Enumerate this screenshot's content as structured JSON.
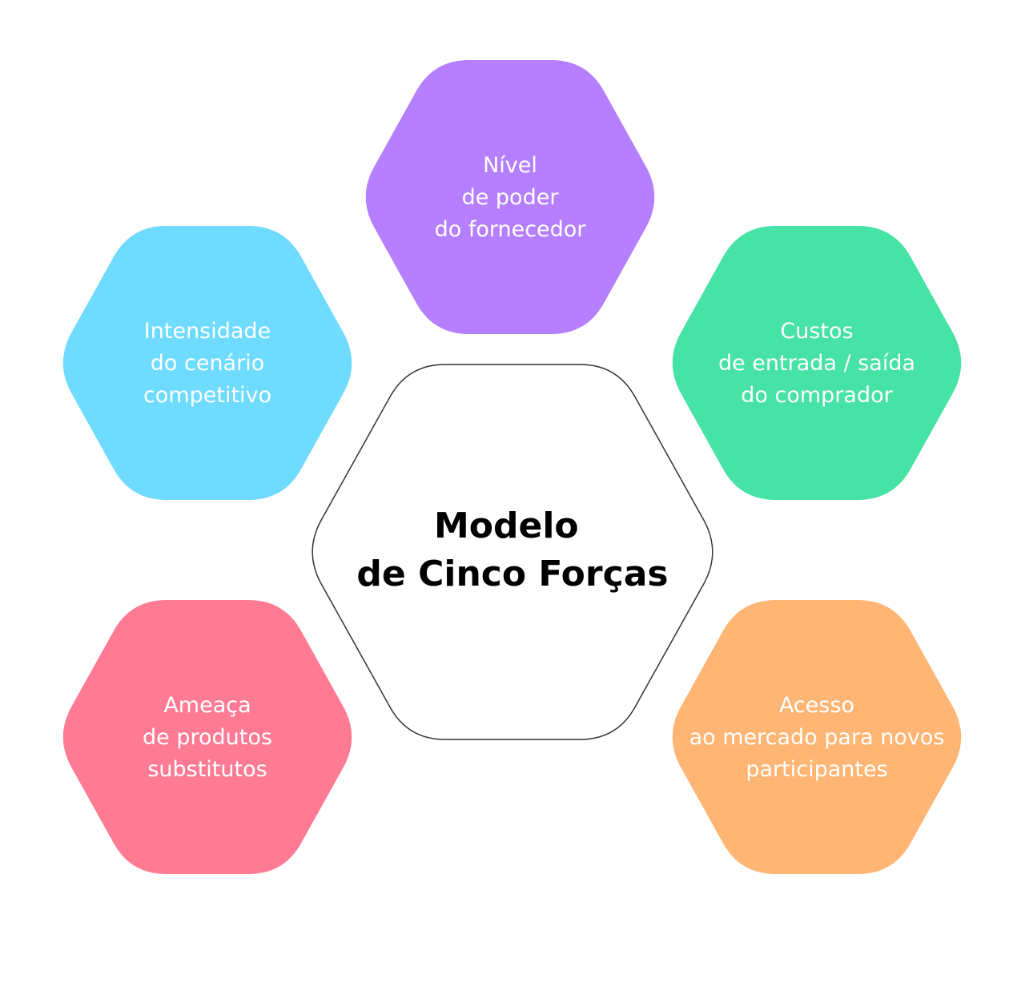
{
  "diagram": {
    "center": {
      "title_lines": [
        "Modelo",
        "de Cinco Forças"
      ],
      "fill": "#ffffff",
      "stroke": "#333333",
      "text_color": "#000000"
    },
    "forces": [
      {
        "id": "supplier-power",
        "lines": [
          "Nível",
          "de poder",
          "do fornecedor"
        ],
        "color": "#b57fff",
        "text_color": "#ffffff"
      },
      {
        "id": "competitive-intensity",
        "lines": [
          "Intensidade",
          "do cenário",
          "competitivo"
        ],
        "color": "#6fdbff",
        "text_color": "#ffffff"
      },
      {
        "id": "buyer-costs",
        "lines": [
          "Custos",
          "de entrada / saída",
          "do comprador"
        ],
        "color": "#47e2a6",
        "text_color": "#ffffff"
      },
      {
        "id": "substitutes-threat",
        "lines": [
          "Ameaça",
          "de produtos",
          "substitutos"
        ],
        "color": "#ff7b94",
        "text_color": "#ffffff"
      },
      {
        "id": "new-entrants-access",
        "lines": [
          "Acesso",
          "ao mercado para novos",
          "participantes"
        ],
        "color": "#ffb573",
        "text_color": "#ffffff"
      }
    ]
  }
}
